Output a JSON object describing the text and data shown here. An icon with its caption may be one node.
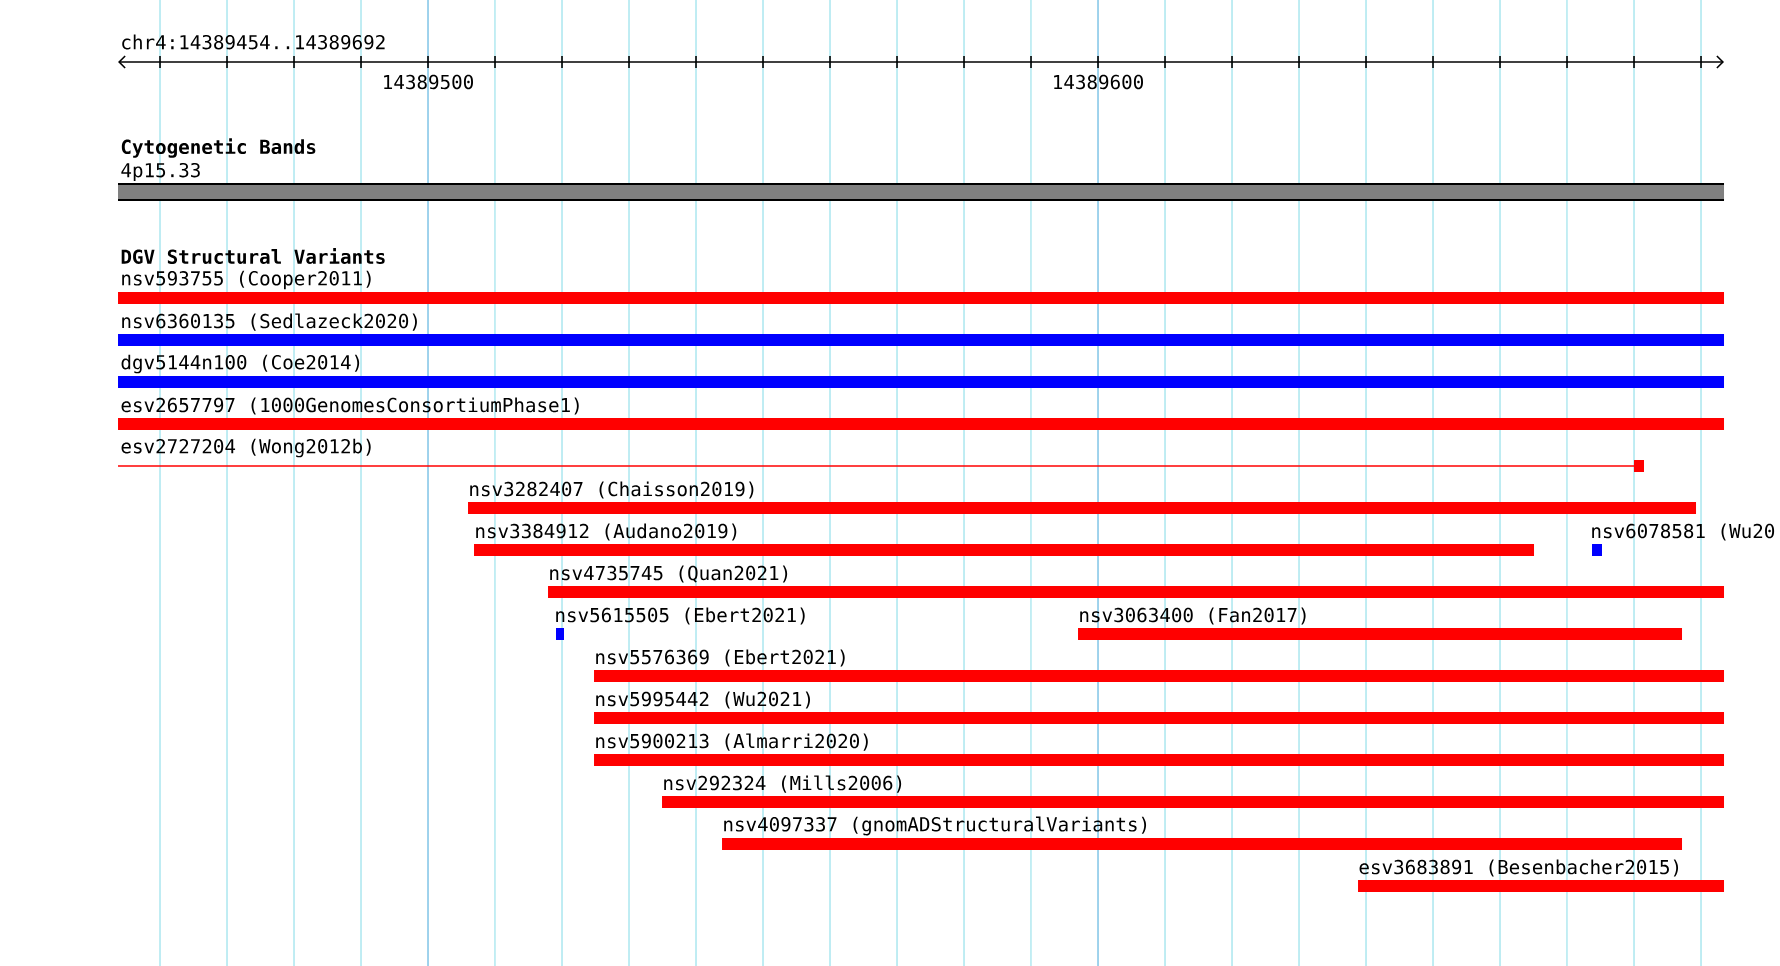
{
  "diagram": {
    "nodes": [
      {
        "text": [
          "4p15.33"
        ]
      },
      {
        "text": [
          "nsv593755 (Cooper2011)"
        ]
      },
      {
        "text": [
          "nsv6360135 (Sedlazeck2020)"
        ]
      },
      {
        "text": [
          "dgv5144n100 (Coe2014)"
        ]
      },
      {
        "text": [
          "esv2657797 (1000GenomesConsortiumPhase1)"
        ]
      },
      {
        "text": [
          "esv2727204 (Wong2012b)"
        ]
      },
      {
        "text": [
          "nsv3282407 (Chaisson2019)"
        ]
      },
      {
        "text": [
          "nsv3384912 (Audano2019)"
        ]
      },
      {
        "text": [
          "nsv6078581 (Wu20"
        ]
      },
      {
        "text": [
          "nsv4735745 (Quan2021)"
        ]
      },
      {
        "text": [
          "nsv5615505 (Ebert2021)"
        ]
      },
      {
        "text": [
          "nsv3063400 (Fan2017)"
        ]
      },
      {
        "text": [
          "nsv5576369 (Ebert2021)"
        ]
      },
      {
        "text": [
          "nsv5995442 (Wu2021)"
        ]
      },
      {
        "text": [
          "nsv5900213 (Almarri2020)"
        ]
      },
      {
        "text": [
          "nsv292324 (Mills2006)"
        ]
      },
      {
        "text": [
          "nsv4097337 (gnomADStructuralVariants)"
        ]
      },
      {
        "text": [
          "esv3683891 (Besenbacher2015)"
        ]
      }
    ],
    "labels": [
      "chr4:14389454..14389692",
      "14389500",
      "14389600",
      "Cytogenetic Bands",
      "DGV Structural Variants"
    ]
  }
}
